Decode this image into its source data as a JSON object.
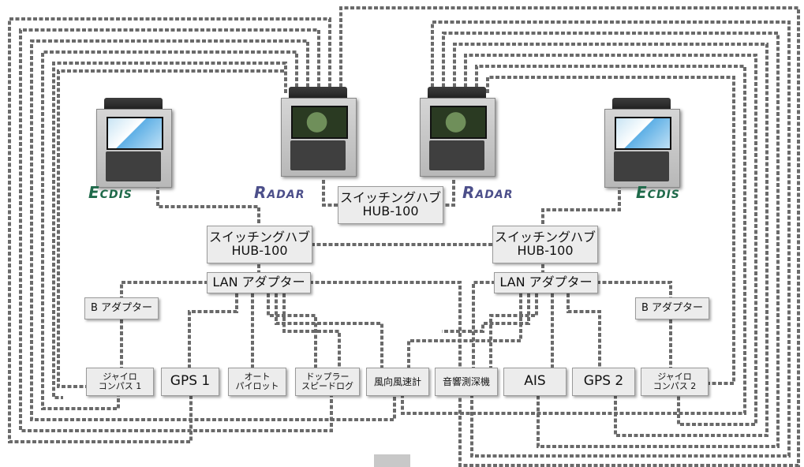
{
  "consoles": [
    {
      "brand": "ECDIS",
      "label_first": "E",
      "label_rest": "CDIS"
    },
    {
      "brand": "RADAR",
      "label_first": "R",
      "label_rest": "ADAR"
    },
    {
      "brand": "RADAR",
      "label_first": "R",
      "label_rest": "ADAR"
    },
    {
      "brand": "ECDIS",
      "label_first": "E",
      "label_rest": "CDIS"
    }
  ],
  "hubs": [
    {
      "line1": "スイッチングハブ",
      "line2": "HUB-100"
    },
    {
      "line1": "スイッチングハブ",
      "line2": "HUB-100"
    },
    {
      "line1": "スイッチングハブ",
      "line2": "HUB-100"
    }
  ],
  "lan_adapters": [
    "LAN アダプター",
    "LAN アダプター"
  ],
  "b_adapters": [
    "B アダプター",
    "B アダプター"
  ],
  "devices": {
    "gyro1": {
      "line1": "ジャイロ",
      "line2": "コンパス 1"
    },
    "gps1": "GPS 1",
    "autopilot": {
      "line1": "オート",
      "line2": "パイロット"
    },
    "doppler": {
      "line1": "ドップラー",
      "line2": "スピードログ"
    },
    "wind": "風向風速計",
    "echo": "音響測深機",
    "ais": "AIS",
    "gps2": "GPS 2",
    "gyro2": {
      "line1": "ジャイロ",
      "line2": "コンパス 2"
    }
  },
  "colors": {
    "wire": "#6a6a6a",
    "box_fill": "#ececec",
    "ecdis_label": "#1f6a4a",
    "radar_label": "#4c4f8a"
  }
}
